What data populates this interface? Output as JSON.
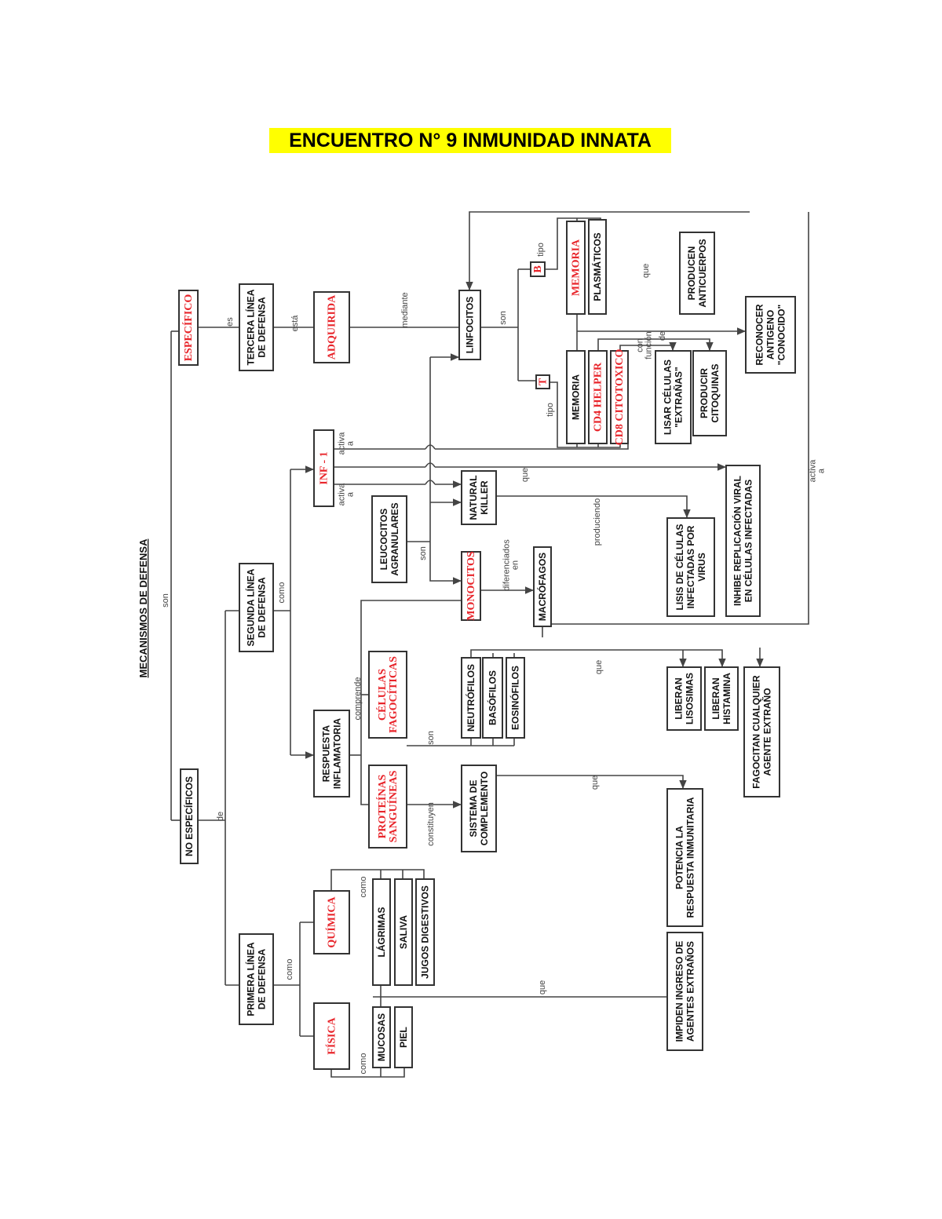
{
  "title": "ENCUENTRO N° 9 INMUNIDAD INNATA",
  "colors": {
    "highlight": "#ffff00",
    "red_text": "#e8252b"
  },
  "root": {
    "lines": [
      "MECANISMOS DE DEFENSA"
    ]
  },
  "nodes": {
    "no_especificos": {
      "lines": [
        "NO ESPECÍFICOS"
      ],
      "red": false
    },
    "especifico": {
      "lines": [
        "ESPECÍFICO"
      ],
      "red": true
    },
    "tercera": {
      "lines": [
        "TERCERA LÍNEA",
        "DE DEFENSA"
      ],
      "red": false
    },
    "adquirida": {
      "lines": [
        "ADQUIRIDA"
      ],
      "red": true
    },
    "linfocitos": {
      "lines": [
        "LINFOCITOS"
      ],
      "red": false
    },
    "b": {
      "lines": [
        "B"
      ],
      "red": true
    },
    "t": {
      "lines": [
        "T"
      ],
      "red": true
    },
    "memoria_b": {
      "lines": [
        "MEMORIA"
      ],
      "red": true
    },
    "plasmaticos": {
      "lines": [
        "PLASMÁTICOS"
      ],
      "red": false
    },
    "producen": {
      "lines": [
        "PRODUCEN",
        "ANTICUERPOS"
      ],
      "red": false
    },
    "reconocer": {
      "lines": [
        "RECONOCER",
        "ANTIGENO",
        "\"CONOCIDO\""
      ],
      "red": false
    },
    "memoria_t": {
      "lines": [
        "MEMORIA"
      ],
      "red": false
    },
    "cd4": {
      "lines": [
        "CD4 HELPER"
      ],
      "red": true
    },
    "cd8": {
      "lines": [
        "CD8 CITOTOXICO"
      ],
      "red": true
    },
    "lisar": {
      "lines": [
        "LISAR CÉLULAS",
        "\"EXTRAÑAS\""
      ],
      "red": false
    },
    "producir": {
      "lines": [
        "PRODUCIR",
        "CITOQUINAS"
      ],
      "red": false
    },
    "inf1": {
      "lines": [
        "INF - 1"
      ],
      "red": true
    },
    "natural_killer": {
      "lines": [
        "NATURAL",
        "KILLER"
      ],
      "red": false
    },
    "leucocitos": {
      "lines": [
        "LEUCOCITOS",
        "AGRANULARES"
      ],
      "red": false
    },
    "monocitos": {
      "lines": [
        "MONOCITOS"
      ],
      "red": true
    },
    "macrofagos": {
      "lines": [
        "MACRÓFAGOS"
      ],
      "red": false
    },
    "lisis": {
      "lines": [
        "LISIS DE CÉLULAS",
        "INFECTADAS POR",
        "VIRUS"
      ],
      "red": false
    },
    "inhibe": {
      "lines": [
        "INHIBE REPLICACIÓN VIRAL",
        "EN CÉLULAS INFECTADAS"
      ],
      "red": false
    },
    "segunda": {
      "lines": [
        "SEGUNDA LÍNEA",
        "DE DEFENSA"
      ],
      "red": false
    },
    "respuesta": {
      "lines": [
        "RESPUESTA",
        "INFLAMATORIA"
      ],
      "red": false
    },
    "celulas_fag": {
      "lines": [
        "CÉLULAS",
        "FAGOCÍTICAS"
      ],
      "red": true
    },
    "proteinas": {
      "lines": [
        "PROTEÍNAS",
        "SANGUÍNEAS"
      ],
      "red": true
    },
    "neutrofilos": {
      "lines": [
        "NEUTRÓFILOS"
      ],
      "red": false
    },
    "basofilos": {
      "lines": [
        "BASÓFILOS"
      ],
      "red": false
    },
    "eosinofilos": {
      "lines": [
        "EOSINÓFILOS"
      ],
      "red": false
    },
    "liberan_lis": {
      "lines": [
        "LIBERAN",
        "LISOSIMAS"
      ],
      "red": false
    },
    "liberan_his": {
      "lines": [
        "LIBERAN",
        "HISTAMINA"
      ],
      "red": false
    },
    "fagocitan": {
      "lines": [
        "FAGOCITAN CUALQUIER",
        "AGENTE EXTRAÑO"
      ],
      "red": false
    },
    "sistema": {
      "lines": [
        "SISTEMA DE",
        "COMPLEMENTO"
      ],
      "red": false
    },
    "potencia": {
      "lines": [
        "POTENCIA LA",
        "RESPUESTA INMUNITARIA"
      ],
      "red": false
    },
    "impiden": {
      "lines": [
        "IMPIDEN INGRESO DE",
        "AGENTES EXTRAÑOS"
      ],
      "red": false
    },
    "primera": {
      "lines": [
        "PRIMERA LÍNEA",
        "DE DEFENSA"
      ],
      "red": false
    },
    "quimica": {
      "lines": [
        "QUÍMICA"
      ],
      "red": true
    },
    "fisica": {
      "lines": [
        "FÍSICA"
      ],
      "red": true
    },
    "lagrimas": {
      "lines": [
        "LÁGRIMAS"
      ],
      "red": false
    },
    "saliva": {
      "lines": [
        "SALIVA"
      ],
      "red": false
    },
    "jugos": {
      "lines": [
        "JUGOS DIGESTIVOS"
      ],
      "red": false
    },
    "mucosas": {
      "lines": [
        "MUCOSAS"
      ],
      "red": false
    },
    "piel": {
      "lines": [
        "PIEL"
      ],
      "red": false
    }
  },
  "link_labels": [
    "son",
    "de",
    "es",
    "está",
    "mediante",
    "son",
    "tipo",
    "tipo",
    "que",
    "con función",
    "de",
    "activa a",
    "activa a",
    "que",
    "produciendo",
    "son",
    "diferenciados en",
    "como",
    "comprende",
    "son",
    "que",
    "que",
    "constituyen",
    "como",
    "como",
    "como",
    "que",
    "activa a"
  ]
}
